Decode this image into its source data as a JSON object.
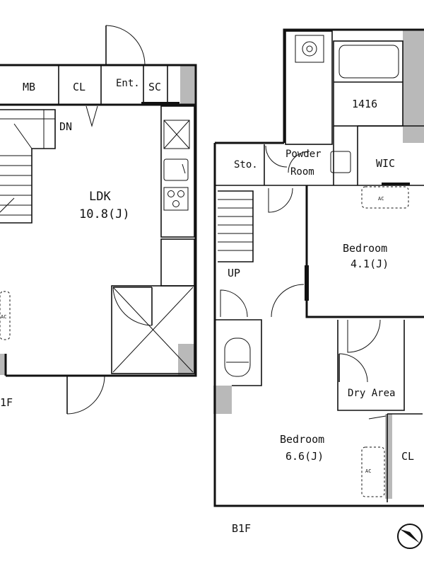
{
  "floor_1f": {
    "label": "1F",
    "rooms": {
      "mb": "MB",
      "cl": "CL",
      "ent": "Ent.",
      "sc": "SC",
      "dn": "DN",
      "ldk_name": "LDK",
      "ldk_size": "10.8(J)",
      "ac": "AC"
    }
  },
  "floor_b1f": {
    "label": "B1F",
    "rooms": {
      "bath": "1416",
      "sto": "Sto.",
      "powder_line1": "Powder",
      "powder_line2": "Room",
      "wic": "WIC",
      "ac_upper": "AC",
      "bed1_name": "Bedroom",
      "bed1_size": "4.1(J)",
      "up": "UP",
      "dry_area": "Dry Area",
      "bed2_name": "Bedroom",
      "bed2_size": "6.6(J)",
      "ac_lower": "AC",
      "cl": "CL"
    }
  }
}
